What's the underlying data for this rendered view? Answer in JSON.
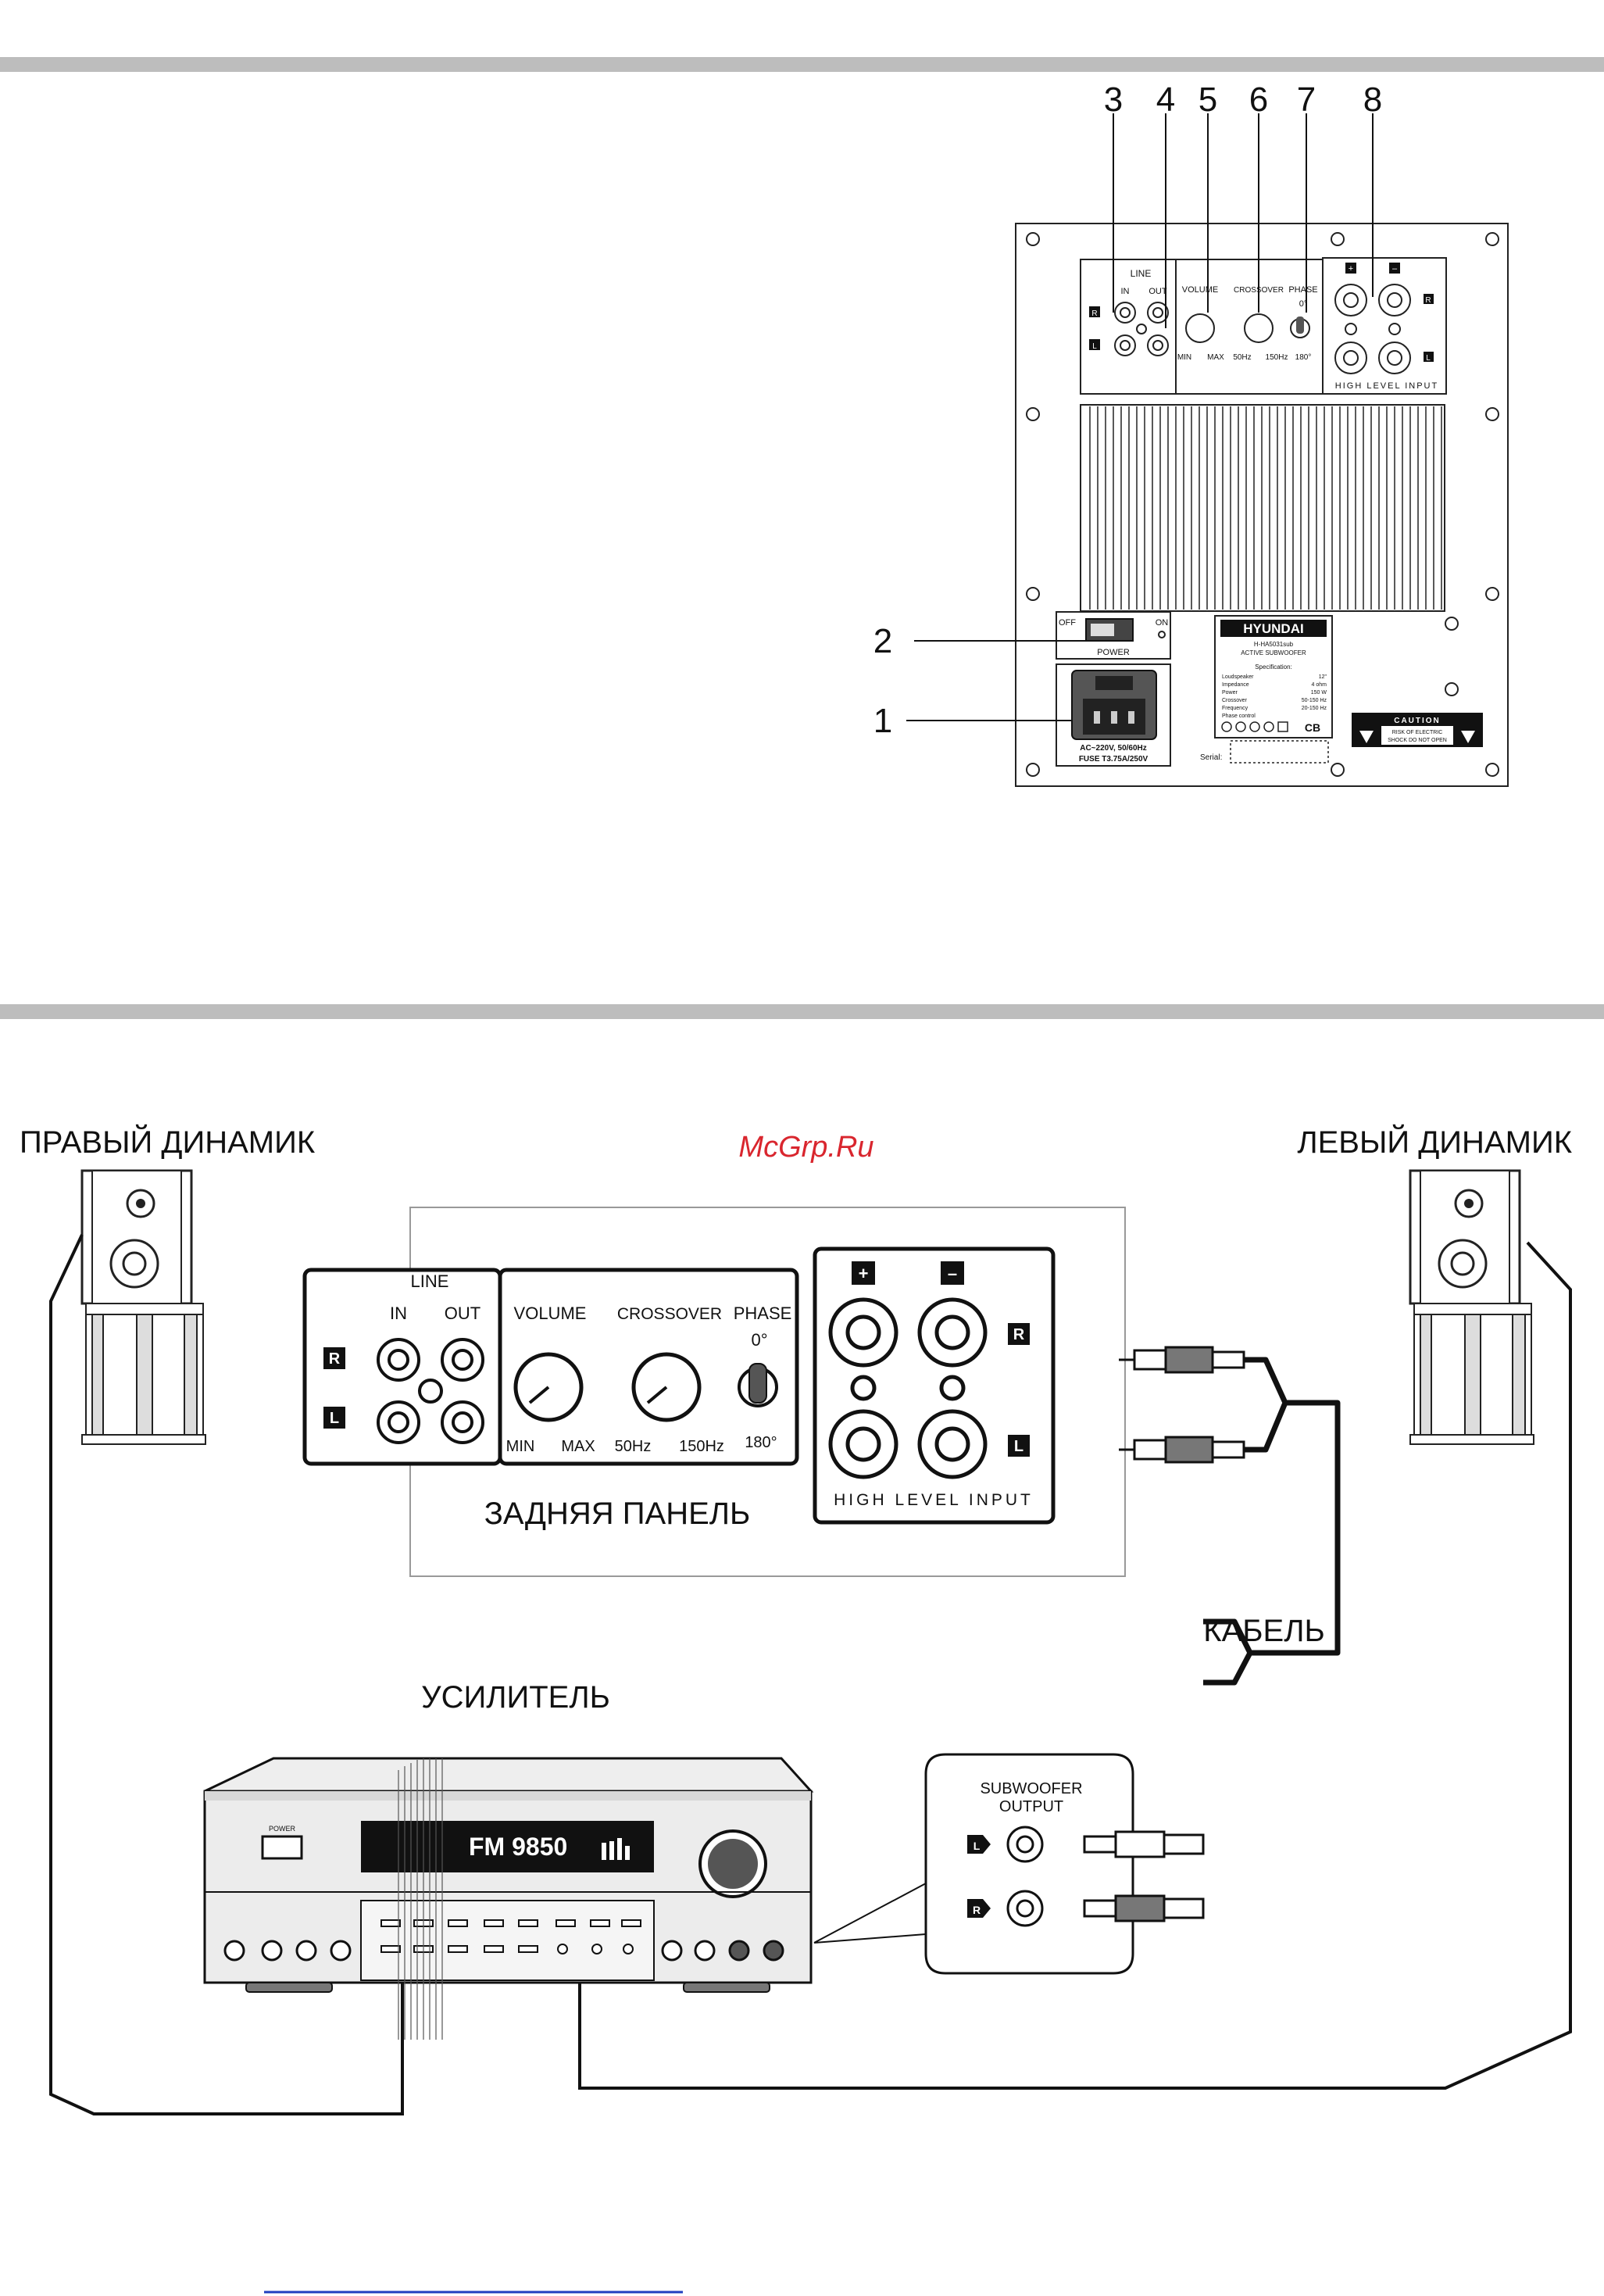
{
  "top_panel": {
    "callouts": [
      "1",
      "2",
      "3",
      "4",
      "5",
      "6",
      "7",
      "8"
    ],
    "line_label": "LINE",
    "in_label": "IN",
    "out_label": "OUT",
    "r_badge": "R",
    "l_badge": "L",
    "volume_label": "VOLUME",
    "crossover_label": "CROSSOVER",
    "phase_label": "PHASE",
    "phase_zero": "0°",
    "phase_180": "180°",
    "min_label": "MIN",
    "max_label": "MAX",
    "hz50_label": "50Hz",
    "hz150_label": "150Hz",
    "plus_badge": "+",
    "minus_badge": "–",
    "high_level_label": "HIGH LEVEL INPUT",
    "off_label": "OFF",
    "on_label": "ON",
    "power_label": "POWER",
    "ac_label": "AC~220V, 50/60Hz",
    "fuse_label": "FUSE T3.75A/250V",
    "brand": "HYUNDAI",
    "model": "H-HA5031sub",
    "product": "ACTIVE SUBWOOFER",
    "spec_title": "Specification:",
    "specs": [
      {
        "k": "Loudspeaker",
        "v": "12\""
      },
      {
        "k": "Impedance",
        "v": "4 ohm"
      },
      {
        "k": "Power",
        "v": "150 W"
      },
      {
        "k": "Crossover",
        "v": "50-150 Hz"
      },
      {
        "k": "Frequency",
        "v": "20-150 Hz"
      },
      {
        "k": "Phase control",
        "v": ""
      }
    ],
    "serial_label": "Serial:",
    "caution_title": "CAUTION",
    "caution_line1": "RISK OF ELECTRIC",
    "caution_line2": "SHOCK DO NOT OPEN"
  },
  "connection": {
    "right_speaker": "ПРАВЫЙ ДИНАМИК",
    "left_speaker": "ЛЕВЫЙ ДИНАМИК",
    "watermark": "McGrp.Ru",
    "rear_panel": "ЗАДНЯЯ ПАНЕЛЬ",
    "cable": "КАБЕЛЬ",
    "amplifier": "УСИЛИТЕЛЬ",
    "sub_output_line1": "SUBWOOFER",
    "sub_output_line2": "OUTPUT",
    "line": "LINE",
    "in": "IN",
    "out": "OUT",
    "volume": "VOLUME",
    "crossover": "CROSSOVER",
    "phase": "PHASE",
    "phase_zero": "0°",
    "phase_180": "180°",
    "min": "MIN",
    "max": "MAX",
    "hz50": "50Hz",
    "hz150": "150Hz",
    "r": "R",
    "l": "L",
    "plus": "+",
    "minus": "–",
    "high_level": "HIGH LEVEL INPUT",
    "display": "FM 9850",
    "power_btn": "POWER"
  }
}
